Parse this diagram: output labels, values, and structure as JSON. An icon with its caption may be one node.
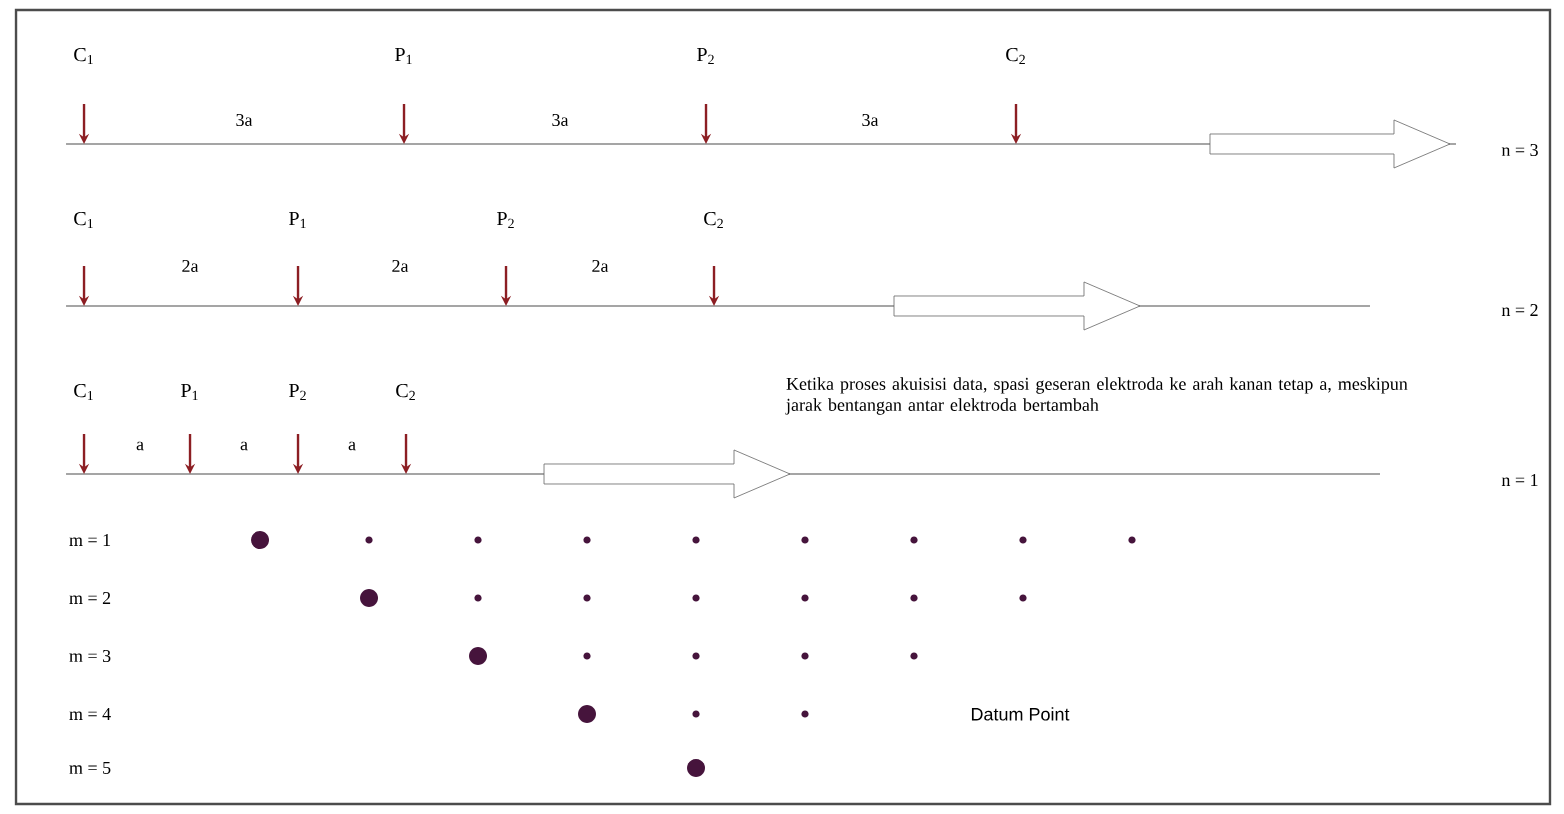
{
  "diagram": {
    "labels": [
      "C$_{1}$",
      "P$_{1}$",
      "P$_{2}$",
      "C$_{2}$",
      "3a",
      "3a",
      "3a",
      "n = 3",
      "C$_{1}$",
      "P$_{1}$",
      "P$_{2}$",
      "C$_{2}$",
      "2a",
      "2a",
      "2a",
      "n = 2",
      "C$_{1}$",
      "P$_{1}$",
      "P$_{2}$",
      "C$_{2}$",
      "Ketika proses akuisisi data, spasi geseran elektroda ke arah kanan tetap a, meskipun jarak bentangan antar elektroda bertambah",
      "a",
      "a",
      "a",
      "n = 1",
      "m = 1",
      "m = 2",
      "m = 3",
      "m = 4",
      "Datum Point",
      "m = 5"
    ]
  }
}
